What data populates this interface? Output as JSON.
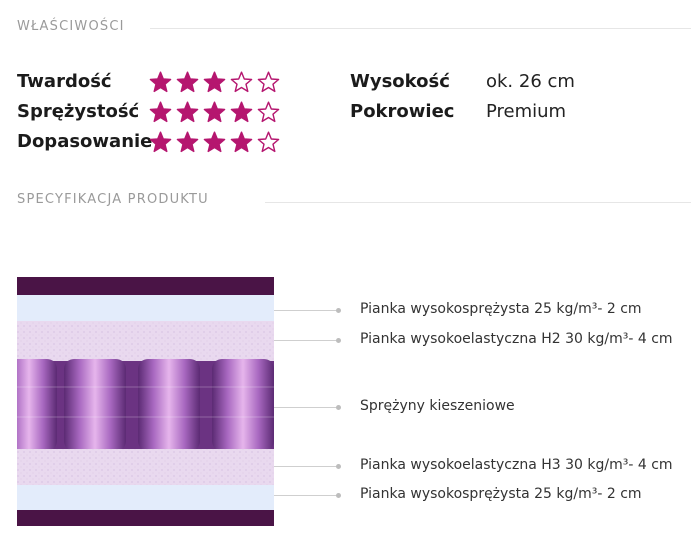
{
  "properties_heading": "WŁAŚCIWOŚCI",
  "spec_heading": "SPECYFIKACJA PRODUKTU",
  "ratings": [
    {
      "label": "Twardość",
      "value": 3,
      "max": 5
    },
    {
      "label": "Sprężystość",
      "value": 4,
      "max": 5
    },
    {
      "label": "Dopasowanie",
      "value": 4,
      "max": 5
    }
  ],
  "props": [
    {
      "key": "Wysokość",
      "value": "ok. 26 cm"
    },
    {
      "key": "Pokrowiec",
      "value": "Premium"
    }
  ],
  "layers": [
    "Pianka wysokosprężysta 25 kg/m³- 2 cm",
    "Pianka  wysokoelastyczna H2 30 kg/m³- 4 cm",
    "Sprężyny kieszeniowe",
    "Pianka  wysokoelastyczna H3 30 kg/m³- 4 cm",
    "Pianka  wysokosprężysta 25 kg/m³- 2 cm"
  ],
  "colors": {
    "star": "#b5166f",
    "cover": "#4a1446",
    "foam_blue": "#e3ecfb",
    "foam_lilac": "#e7d6ee",
    "spring_dark": "#7a3d8f",
    "spring_light": "#d69be0"
  }
}
